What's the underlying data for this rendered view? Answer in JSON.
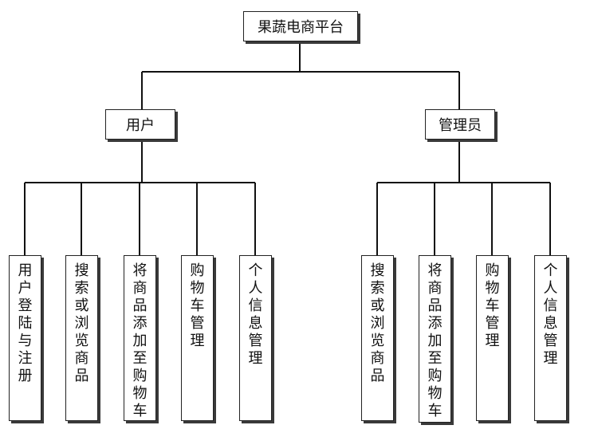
{
  "root": {
    "label": "果蔬电商平台"
  },
  "user": {
    "label": "用户",
    "children": [
      "用户登陆与注册",
      "搜索或浏览商品",
      "将商品添加至购物车",
      "购物车管理",
      "个人信息管理"
    ]
  },
  "admin": {
    "label": "管理员",
    "children": [
      "搜索或浏览商品",
      "将商品添加至购物车",
      "购物车管理",
      "个人信息管理"
    ]
  }
}
